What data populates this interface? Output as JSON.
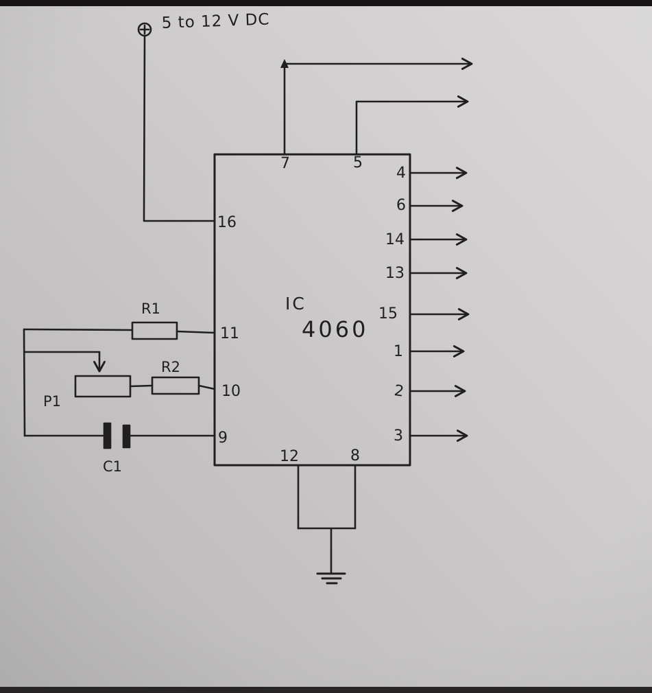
{
  "diagram": {
    "power_label": "5 to 12 V DC",
    "ic": {
      "name": "IC",
      "number": "4060"
    },
    "pin_labels": {
      "top_left": "7",
      "top_right": "5",
      "left_vdd": "16",
      "left_osc1": "11",
      "left_osc2": "10",
      "left_osc3": "9",
      "bottom_reset": "12",
      "bottom_vss": "8",
      "right": [
        "4",
        "6",
        "14",
        "13",
        "15",
        "1",
        "2",
        "3"
      ]
    },
    "components": {
      "r1": "R1",
      "r2": "R2",
      "p1": "P1",
      "c1": "C1"
    },
    "colors": {
      "ink": "#201e1f",
      "paper_light": "#d9d7d7",
      "paper_dark": "#bcbabb"
    }
  }
}
